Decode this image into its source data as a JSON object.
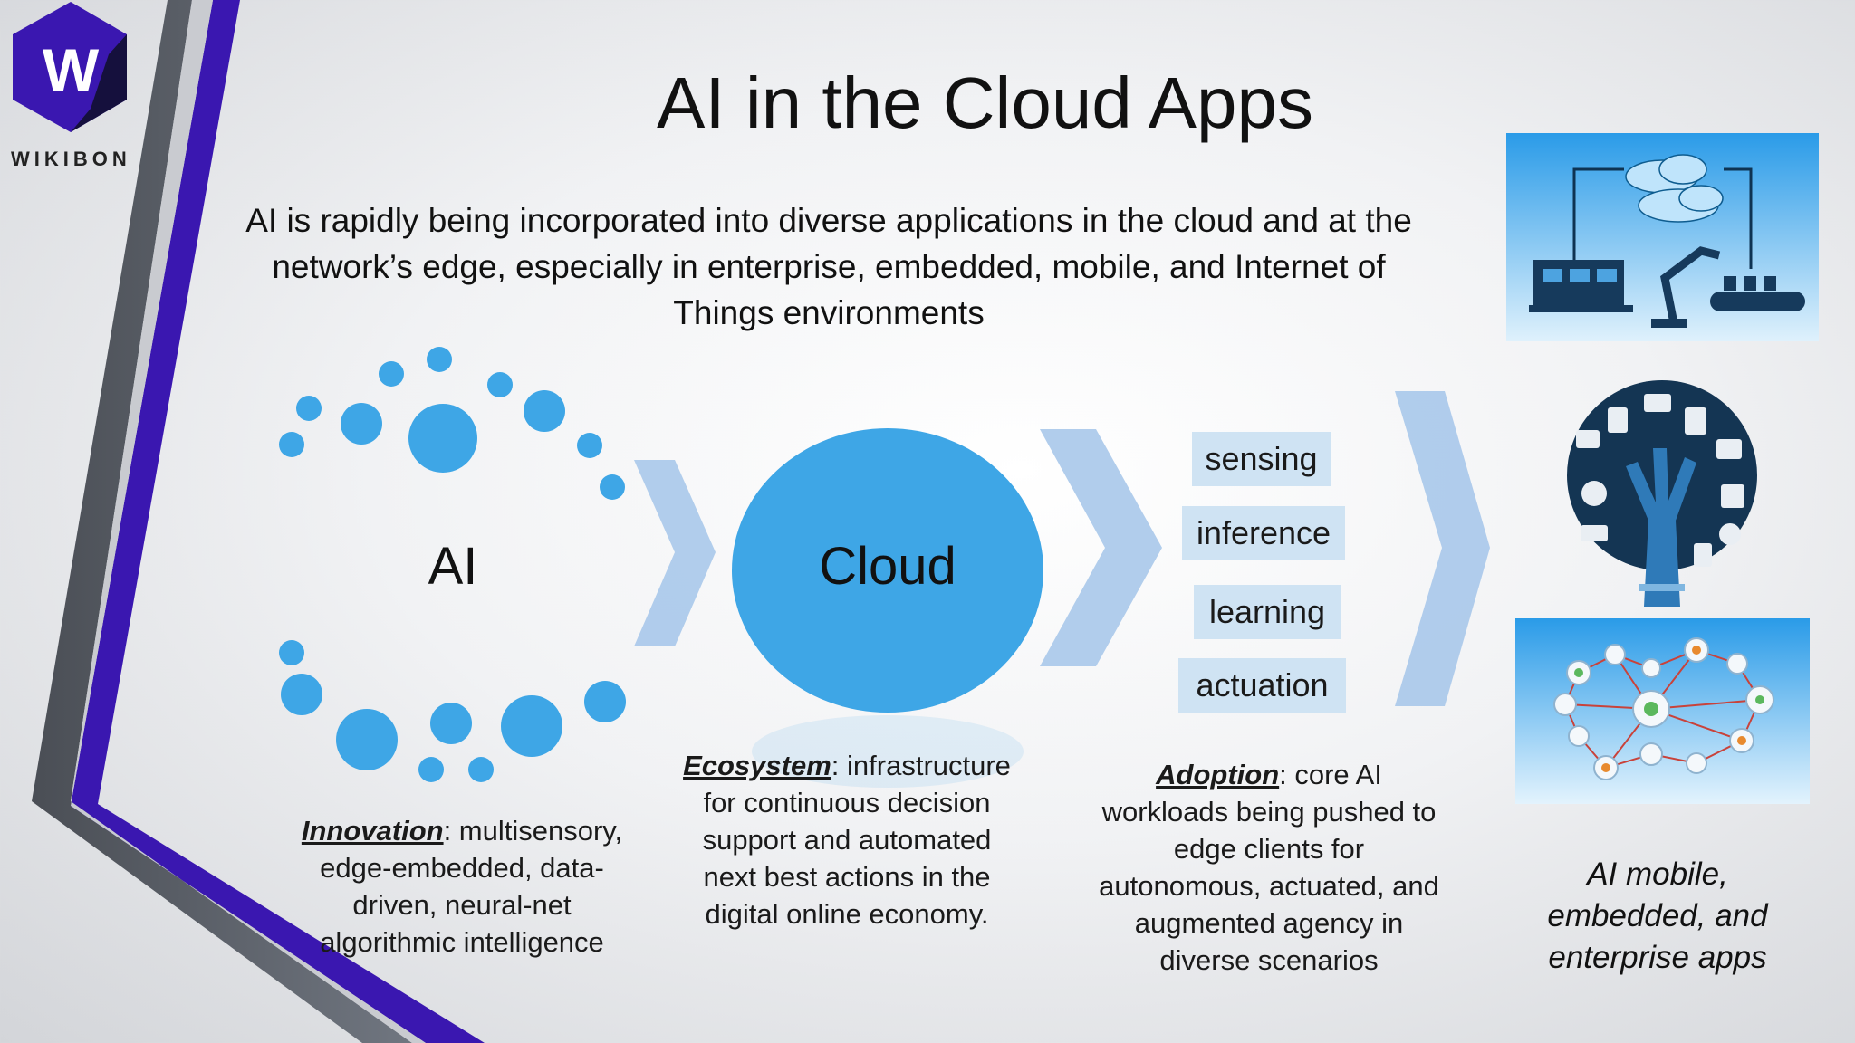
{
  "brand": {
    "logo_letter": "W",
    "name": "WIKIBON"
  },
  "slide": {
    "title": "AI in the Cloud Apps",
    "subtitle": "AI is rapidly being incorporated into diverse applications in the cloud and at the network’s edge, especially in enterprise, embedded, mobile, and Internet of Things environments"
  },
  "diagram": {
    "ai_label": "AI",
    "cloud_label": "Cloud",
    "tags": [
      "sensing",
      "inference",
      "learning",
      "actuation"
    ],
    "innovation": {
      "term": "Innovation",
      "text": ": multisensory, edge-embedded, data-driven, neural-net algorithmic intelligence"
    },
    "ecosystem": {
      "term": "Ecosystem",
      "text": ": infrastructure for continuous decision support and automated next best actions in the digital online economy."
    },
    "adoption": {
      "term": "Adoption",
      "text": ": core AI workloads being pushed to edge clients for autonomous, actuated, and augmented agency in diverse scenarios"
    },
    "apps_caption": "AI mobile, embedded, and enterprise apps"
  },
  "colors": {
    "accent_purple": "#3a17b0",
    "stripe_gray": "#555a62",
    "bubble_blue": "#3ea6e6",
    "chevron_blue": "#a9c8ea",
    "tag_bg": "#cfe3f3"
  }
}
